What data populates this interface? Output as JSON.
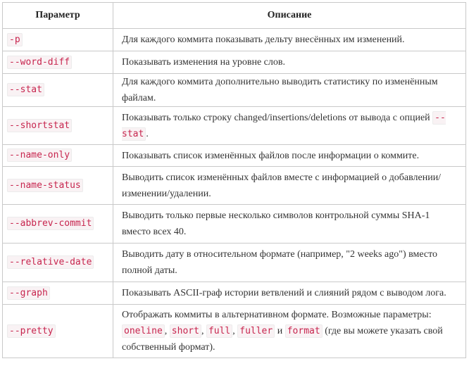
{
  "table": {
    "headers": {
      "param": "Параметр",
      "desc": "Описание"
    },
    "rows": [
      {
        "param": "-p",
        "desc": "Для каждого коммита показывать дельту внесённых им изменений."
      },
      {
        "param": "--word-diff",
        "desc": "Показывать изменения на уровне слов."
      },
      {
        "param": "--stat",
        "desc": "Для каждого коммита дополнительно выводить статистику по изменённым файлам."
      },
      {
        "param": "--shortstat",
        "desc_before": "Показывать только строку changed/insertions/deletions от вывода с опцией ",
        "desc_code": "--stat",
        "desc_after": "."
      },
      {
        "param": "--name-only",
        "desc": "Показывать список изменённых файлов после информации о коммите."
      },
      {
        "param": "--name-status",
        "desc": "Выводить список изменённых файлов вместе с информацией о добавлении/изменении/удалении."
      },
      {
        "param": "--abbrev-commit",
        "desc": "Выводить только первые несколько символов контрольной суммы SHA-1 вместо всех 40."
      },
      {
        "param": "--relative-date",
        "desc": "Выводить дату в относительном формате (например, \"2 weeks ago\") вместо полной даты."
      },
      {
        "param": "--graph",
        "desc": "Показывать ASCII-граф истории ветвлений и слияний рядом с выводом лога."
      },
      {
        "param": "--pretty",
        "desc_before": "Отображать коммиты в альтернативном формате. Возможные параметры: ",
        "codes": [
          "oneline",
          "short",
          "full",
          "fuller",
          "format"
        ],
        "sep": ", ",
        "conj": " и ",
        "desc_after": " (где вы можете указать свой собственный формат)."
      }
    ]
  }
}
